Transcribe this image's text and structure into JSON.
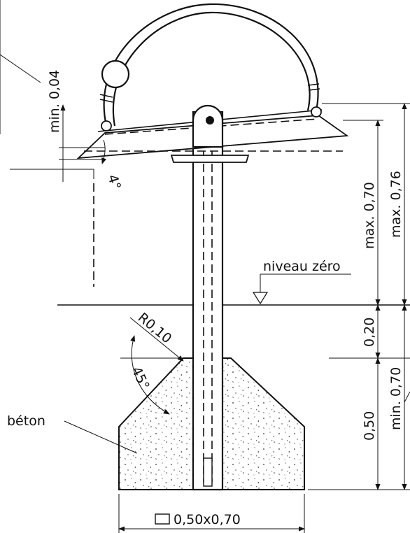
{
  "labels": {
    "min_004": "min. 0,04",
    "angle_4": "4°",
    "max_070": "max. 0,70",
    "max_076": "max. 0,76",
    "niveau": "niveau zéro",
    "dim_020": "0,20",
    "dim_050": "0,50",
    "min_070": "min. 0,70",
    "radius": "R0,10",
    "angle_45": "45°",
    "beton": "béton",
    "base": "0,50x0,70"
  }
}
